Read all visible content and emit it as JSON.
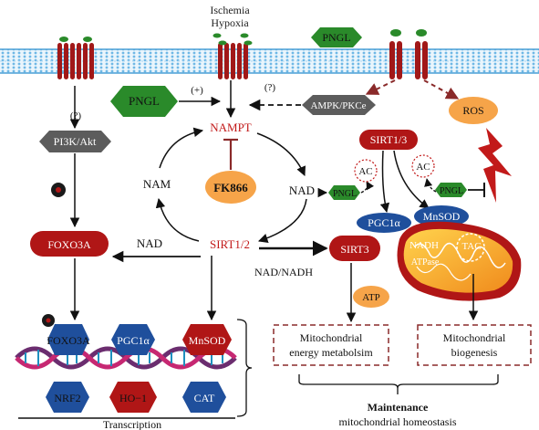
{
  "labels": {
    "ischemia": "Ischemia",
    "hypoxia": "Hypoxia",
    "pngl": "PNGL",
    "plus": "(+)",
    "q1": "(?)",
    "q2": "(?)",
    "ampk": "AMPK/PKCe",
    "ros": "ROS",
    "nampt": "NAMPT",
    "sirt13": "SIRT1/3",
    "pi3k": "PI3K/Akt",
    "nam": "NAM",
    "fk866": "FK866",
    "nad": "NAD",
    "ac": "AC",
    "foxo3a": "FOXO3A",
    "nad_left": "NAD",
    "sirt12": "SIRT1/2",
    "pgc1a_blue": "PGC1α",
    "mnsod_blue": "MnSOD",
    "sirt3": "SIRT3",
    "nadh_mito": "NADH",
    "tac": "TAC",
    "atpase": "ATPase",
    "nadnadh": "NAD/NADH",
    "atp": "ATP",
    "foxo3a_hex": "FOXO3A",
    "pgc1a_hex": "PGC1α",
    "mnsod_hex": "MnSOD",
    "nrf2_hex": "NRF2",
    "ho1_hex": "HO−1",
    "cat_hex": "CAT",
    "energy_line1": "Mitochondrial",
    "energy_line2": "energy metabolsim",
    "biogen_line1": "Mitochondrial",
    "biogen_line2": "biogenesis",
    "transcription": "Transcription",
    "maintenance": "Maintenance",
    "homeostasis": "mitochondrial homeostasis"
  },
  "colors": {
    "membrane_blue": "#6fb8e6",
    "receptor_red": "#a11818",
    "green": "#2a8a2a",
    "gray": "#5c5c5c",
    "orange": "#f6a449",
    "dark_red": "#b01616",
    "navy": "#1f4f9c",
    "dash_red": "#8a2a2a"
  },
  "icons": [
    "phosphate-icon",
    "phosphate-icon-2",
    "lightning-icon",
    "mitochondrion-icon",
    "dna-helix-icon"
  ]
}
